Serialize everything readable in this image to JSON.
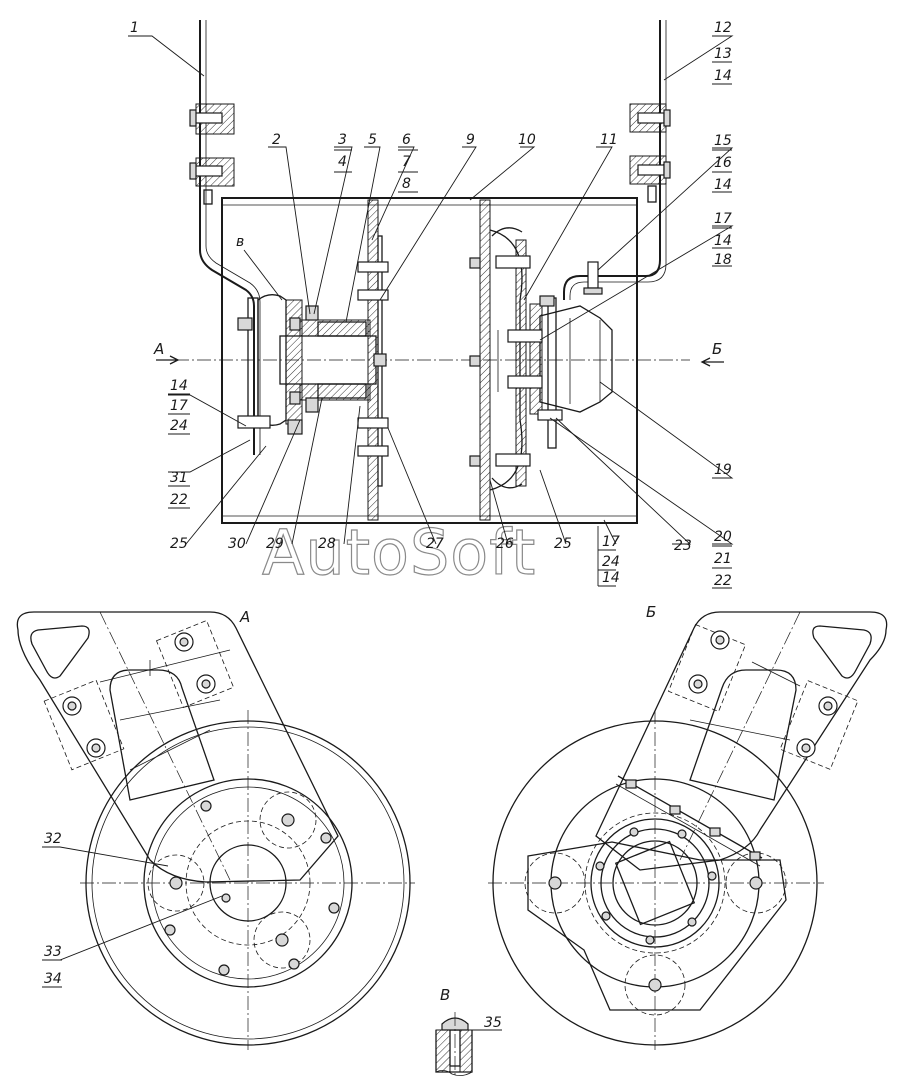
{
  "drawing": {
    "watermark": "AutoSoft",
    "section_labels": {
      "view_a": "А",
      "view_b": "Б",
      "detail_v": "В",
      "mark_v": "в"
    },
    "callouts": [
      {
        "id": "c1",
        "text": "1"
      },
      {
        "id": "c2",
        "text": "2"
      },
      {
        "id": "c3",
        "text": "3"
      },
      {
        "id": "c4",
        "text": "4"
      },
      {
        "id": "c5",
        "text": "5"
      },
      {
        "id": "c6",
        "text": "6"
      },
      {
        "id": "c7",
        "text": "7"
      },
      {
        "id": "c8",
        "text": "8"
      },
      {
        "id": "c9",
        "text": "9"
      },
      {
        "id": "c10",
        "text": "10"
      },
      {
        "id": "c11",
        "text": "11"
      },
      {
        "id": "c12",
        "text": "12"
      },
      {
        "id": "c13",
        "text": "13"
      },
      {
        "id": "c14a",
        "text": "14"
      },
      {
        "id": "c15",
        "text": "15"
      },
      {
        "id": "c16",
        "text": "16"
      },
      {
        "id": "c14b",
        "text": "14"
      },
      {
        "id": "c17a",
        "text": "17"
      },
      {
        "id": "c14c",
        "text": "14"
      },
      {
        "id": "c18",
        "text": "18"
      },
      {
        "id": "c19",
        "text": "19"
      },
      {
        "id": "c20",
        "text": "20"
      },
      {
        "id": "c21",
        "text": "21"
      },
      {
        "id": "c22a",
        "text": "22"
      },
      {
        "id": "c23",
        "text": "23"
      },
      {
        "id": "c17b",
        "text": "17"
      },
      {
        "id": "c24a",
        "text": "24"
      },
      {
        "id": "c14d",
        "text": "14"
      },
      {
        "id": "c25a",
        "text": "25"
      },
      {
        "id": "c26",
        "text": "26"
      },
      {
        "id": "c27",
        "text": "27"
      },
      {
        "id": "c28",
        "text": "28"
      },
      {
        "id": "c29",
        "text": "29"
      },
      {
        "id": "c30",
        "text": "30"
      },
      {
        "id": "c25b",
        "text": "25"
      },
      {
        "id": "c14e",
        "text": "14"
      },
      {
        "id": "c17c",
        "text": "17"
      },
      {
        "id": "c24b",
        "text": "24"
      },
      {
        "id": "c31",
        "text": "31"
      },
      {
        "id": "c22b",
        "text": "22"
      },
      {
        "id": "c32",
        "text": "32"
      },
      {
        "id": "c33",
        "text": "33"
      },
      {
        "id": "c34",
        "text": "34"
      },
      {
        "id": "c35",
        "text": "35"
      }
    ]
  }
}
